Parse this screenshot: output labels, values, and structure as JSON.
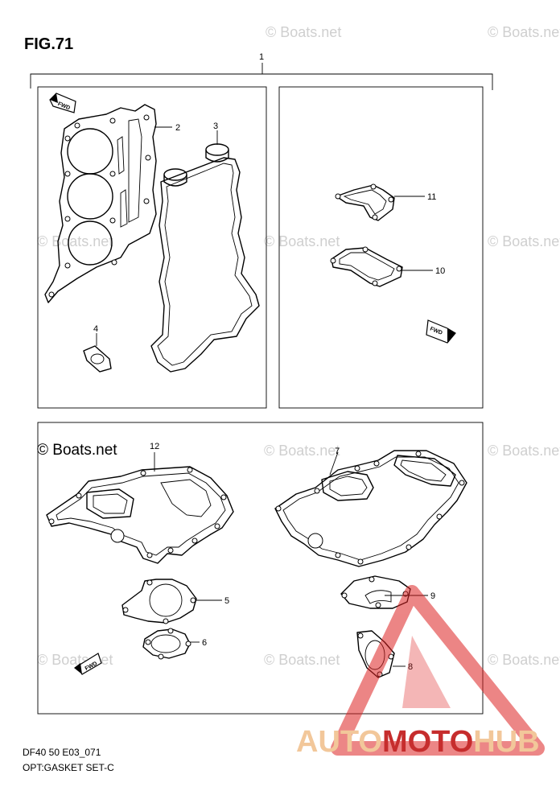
{
  "figure": {
    "title": "FIG.71",
    "watermark": "© Boats.net",
    "footer_code": "DF40 50 E03_071",
    "footer_name": "OPT:GASKET SET-C"
  },
  "brand": {
    "part1": "AUTO",
    "part2": "MOTO",
    "part3": "HUB",
    "color_light": "#f2c79a",
    "color_red": "#c62d2d",
    "logo": "triangle-exclamation-logo"
  },
  "callouts": {
    "c1": "1",
    "c2": "2",
    "c3": "3",
    "c4": "4",
    "c5": "5",
    "c6": "6",
    "c7": "7",
    "c8": "8",
    "c9": "9",
    "c10": "10",
    "c11": "11",
    "c12": "12"
  },
  "fwd": {
    "label": "FWD"
  }
}
